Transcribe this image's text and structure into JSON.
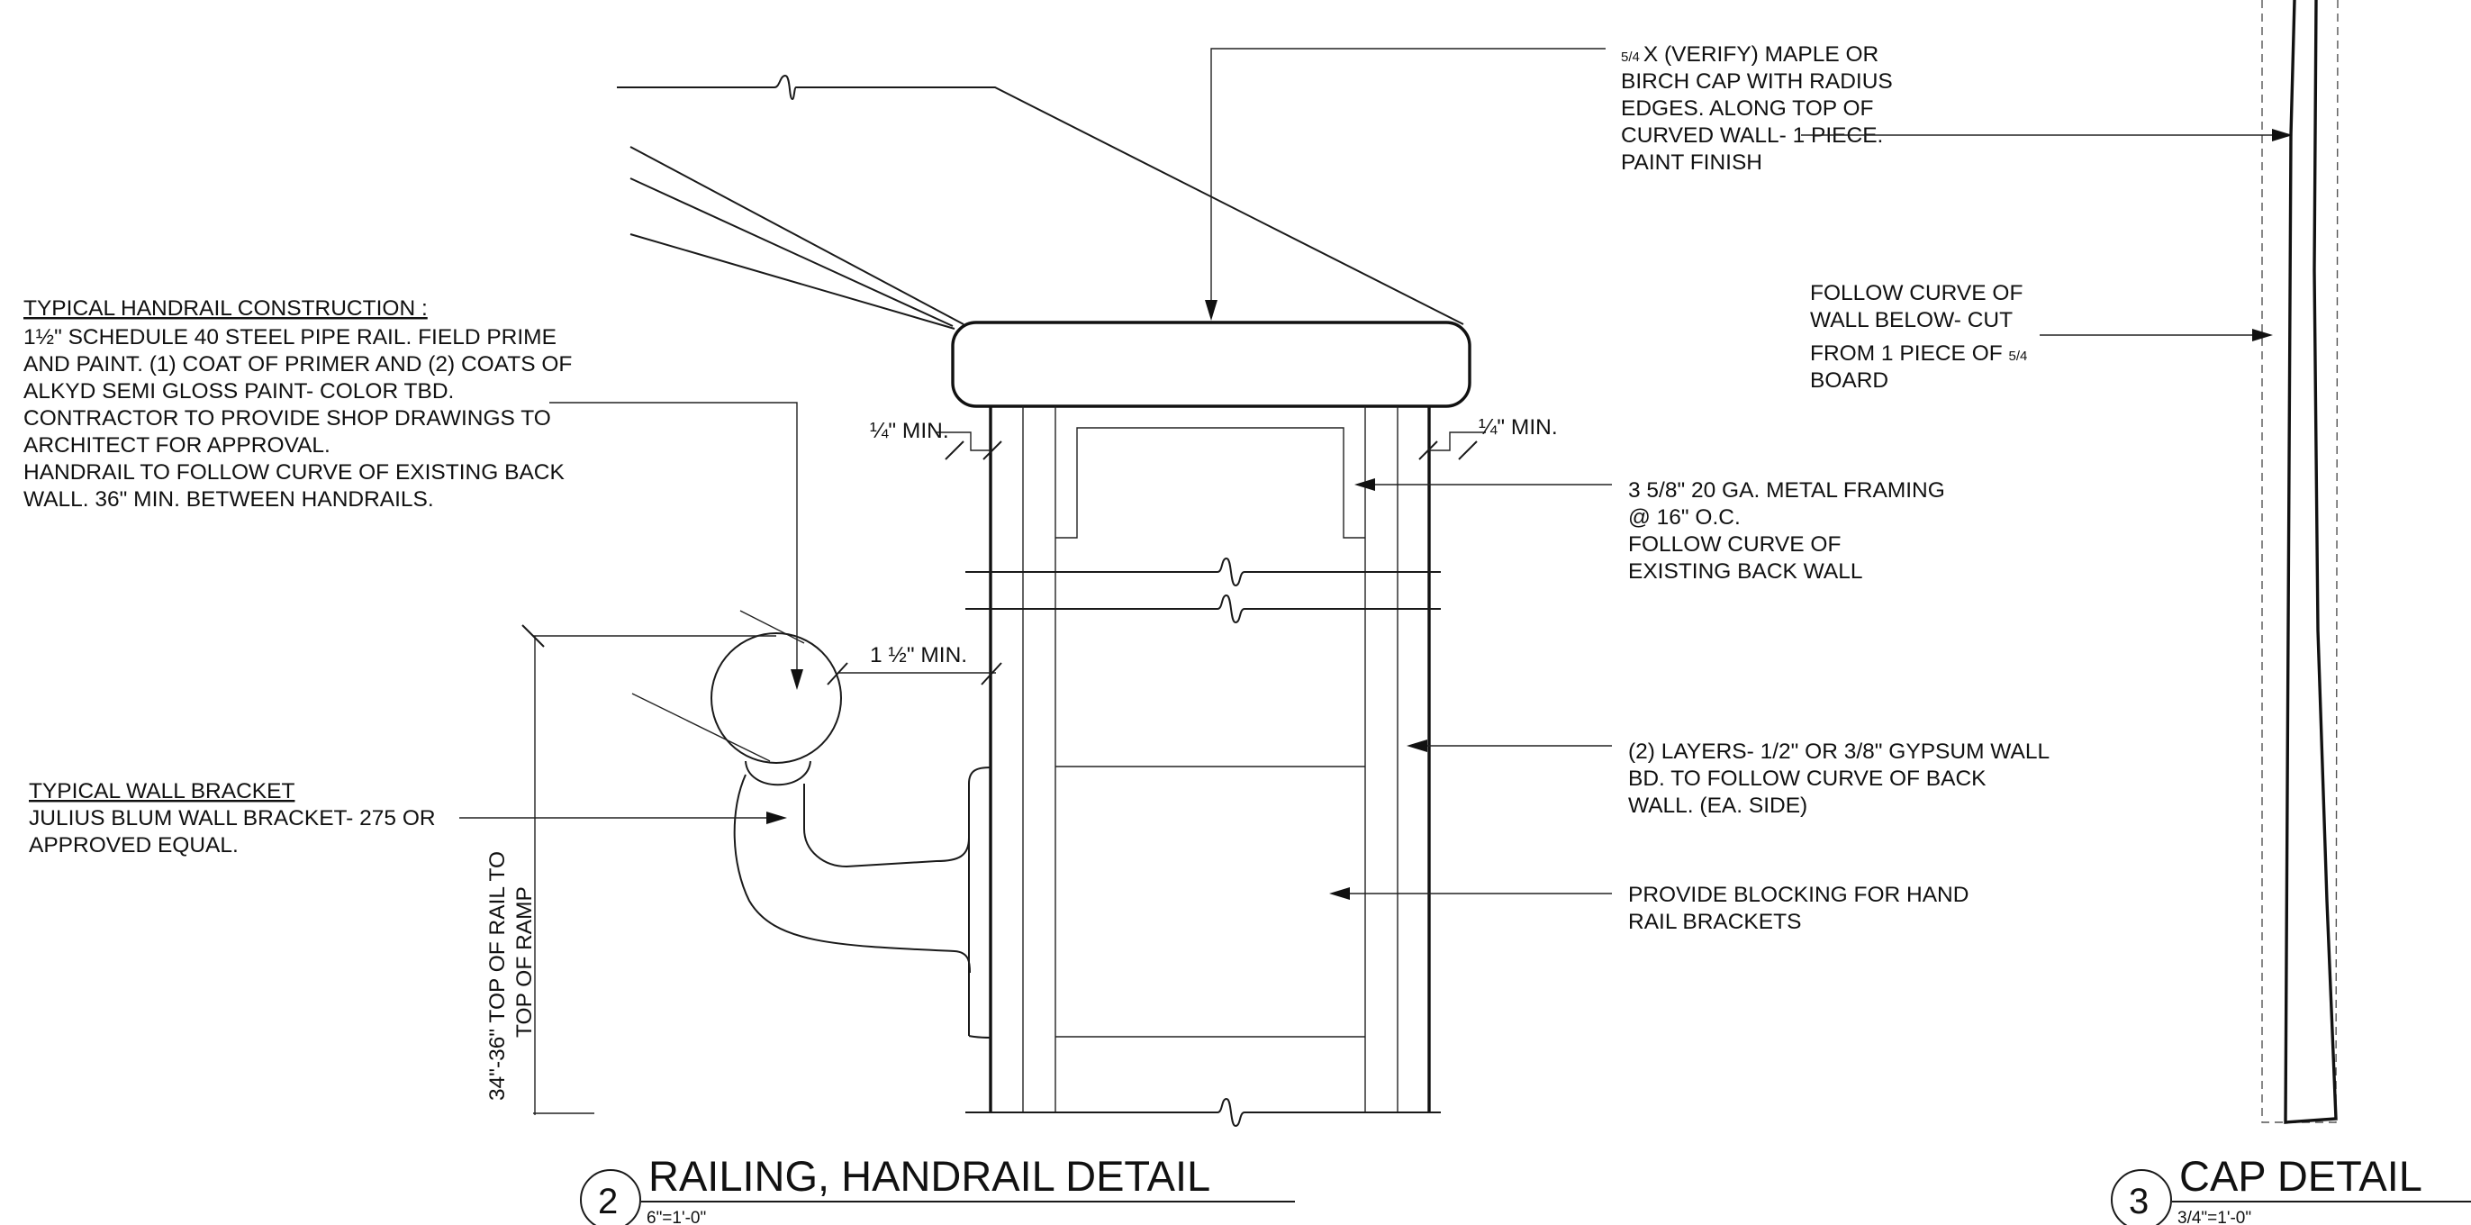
{
  "details": {
    "railing": {
      "number": "2",
      "title": "RAILING, HANDRAIL DETAIL",
      "scale": "6\"=1'-0\""
    },
    "cap": {
      "number": "3",
      "title": "CAP DETAIL",
      "scale": "3/4\"=1'-0\""
    }
  },
  "notes": {
    "cap_top": [
      "X (VERIFY) MAPLE OR",
      "BIRCH CAP WITH RADIUS",
      "EDGES. ALONG TOP OF",
      "CURVED WALL- 1 PIECE.",
      "PAINT FINISH"
    ],
    "cap_top_fraction": "5/4",
    "handrail_heading": "TYPICAL HANDRAIL CONSTRUCTION :",
    "handrail_lines": [
      "\" SCHEDULE 40 STEEL PIPE RAIL. FIELD PRIME",
      "AND PAINT. (1) COAT OF PRIMER AND (2) COATS OF",
      "ALKYD SEMI GLOSS PAINT- COLOR TBD.",
      "CONTRACTOR TO PROVIDE SHOP DRAWINGS TO",
      "ARCHITECT FOR APPROVAL.",
      "HANDRAIL TO FOLLOW CURVE OF EXISTING BACK",
      "WALL. 36\" MIN. BETWEEN HANDRAILS."
    ],
    "handrail_size": "1½",
    "bracket_heading": "TYPICAL WALL BRACKET",
    "bracket_lines": [
      "JULIUS BLUM WALL BRACKET- 275 OR",
      "APPROVED EQUAL."
    ],
    "framing_lines": [
      "\" 20 GA. METAL FRAMING",
      "@ 16\" O.C.",
      "FOLLOW CURVE OF",
      "EXISTING BACK WALL"
    ],
    "framing_size": "3 5/8",
    "gypsum_lines": [
      "(2) LAYERS- ",
      " OR ",
      "\" GYPSUM WALL",
      "BD. TO FOLLOW CURVE OF BACK",
      "WALL. (EA. SIDE)"
    ],
    "gypsum_frac1": "1/2\"",
    "gypsum_frac2": "3/8",
    "blocking_lines": [
      "PROVIDE BLOCKING FOR HAND",
      "RAIL BRACKETS"
    ],
    "curve_lines": [
      "FOLLOW CURVE OF",
      "WALL BELOW- CUT",
      "FROM 1 PIECE OF ",
      "BOARD"
    ],
    "curve_fraction": "5/4"
  },
  "dimensions": {
    "left_min": "1/4\" MIN.",
    "right_min": "1/4\" MIN.",
    "rail_clear": "1 1/2\" MIN.",
    "height_line1": "34\"-36\" TOP OF RAIL TO",
    "height_line2": "TOP OF RAMP"
  }
}
